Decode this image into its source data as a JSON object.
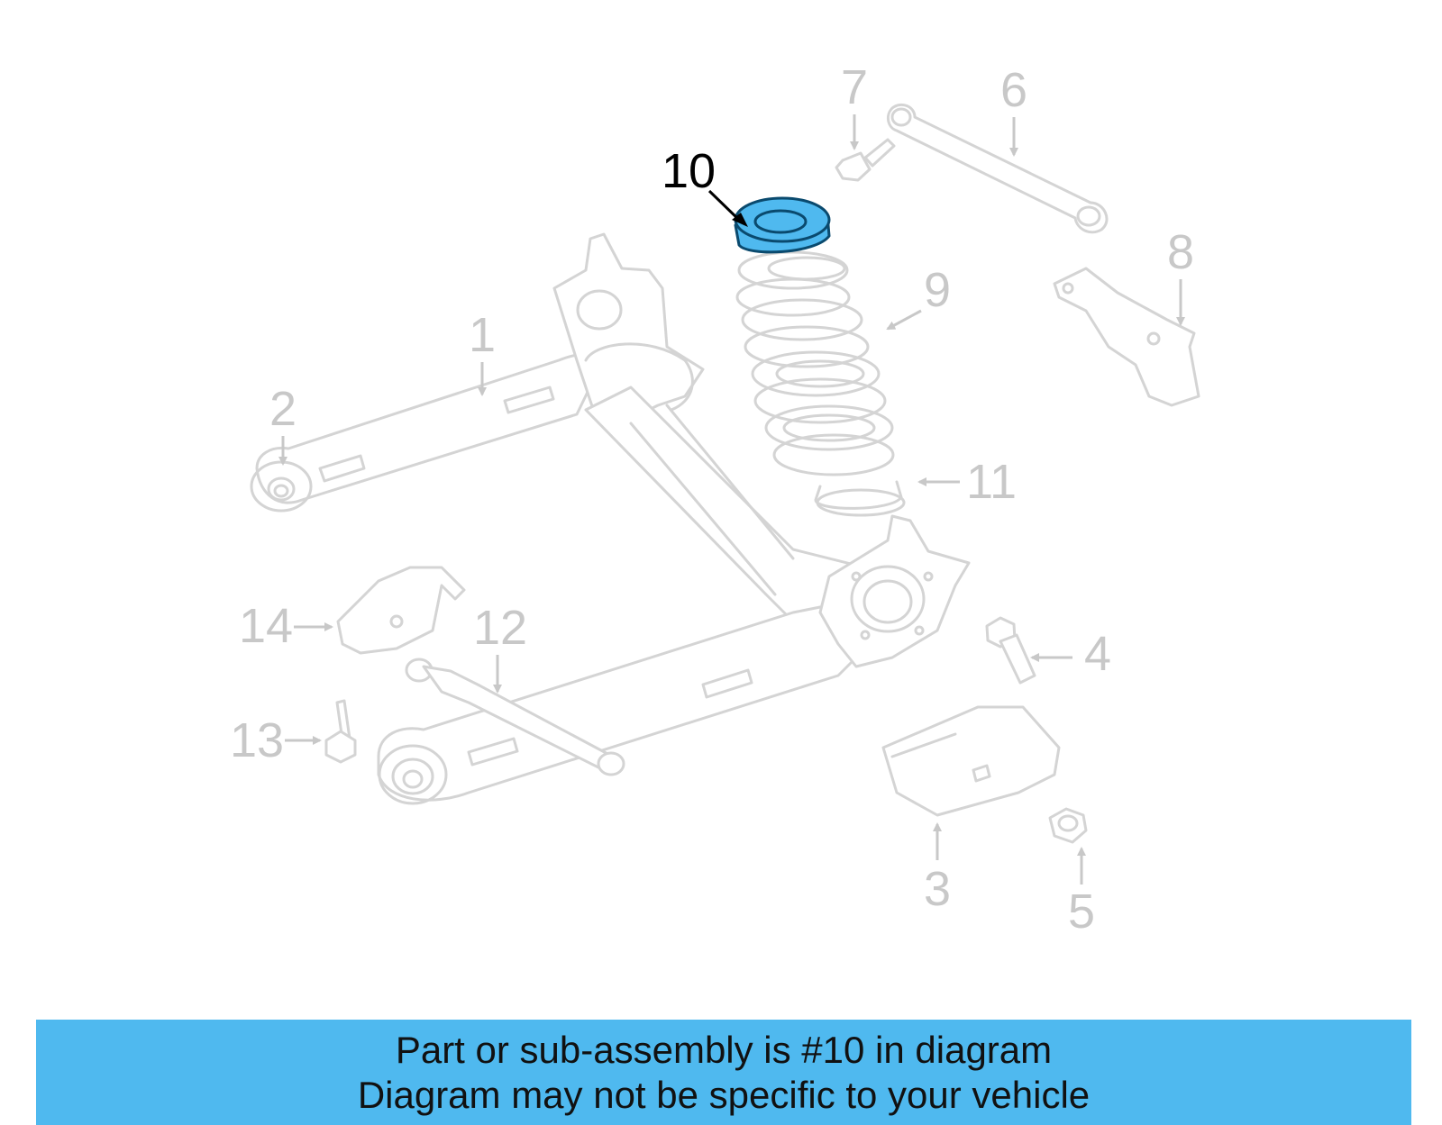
{
  "diagram": {
    "highlighted_part": "10",
    "highlight_color": "#4fb9ef",
    "part_line_color": "#d4d4d4",
    "callouts": [
      {
        "id": "1",
        "label": "1",
        "highlighted": false
      },
      {
        "id": "2",
        "label": "2",
        "highlighted": false
      },
      {
        "id": "3",
        "label": "3",
        "highlighted": false
      },
      {
        "id": "4",
        "label": "4",
        "highlighted": false
      },
      {
        "id": "5",
        "label": "5",
        "highlighted": false
      },
      {
        "id": "6",
        "label": "6",
        "highlighted": false
      },
      {
        "id": "7",
        "label": "7",
        "highlighted": false
      },
      {
        "id": "8",
        "label": "8",
        "highlighted": false
      },
      {
        "id": "9",
        "label": "9",
        "highlighted": false
      },
      {
        "id": "10",
        "label": "10",
        "highlighted": true
      },
      {
        "id": "11",
        "label": "11",
        "highlighted": false
      },
      {
        "id": "12",
        "label": "12",
        "highlighted": false
      },
      {
        "id": "13",
        "label": "13",
        "highlighted": false
      },
      {
        "id": "14",
        "label": "14",
        "highlighted": false
      }
    ]
  },
  "banner": {
    "background_color": "#4fb9ef",
    "line1": "Part or sub-assembly is #10 in diagram",
    "line2": "Diagram may not be specific to your vehicle"
  }
}
